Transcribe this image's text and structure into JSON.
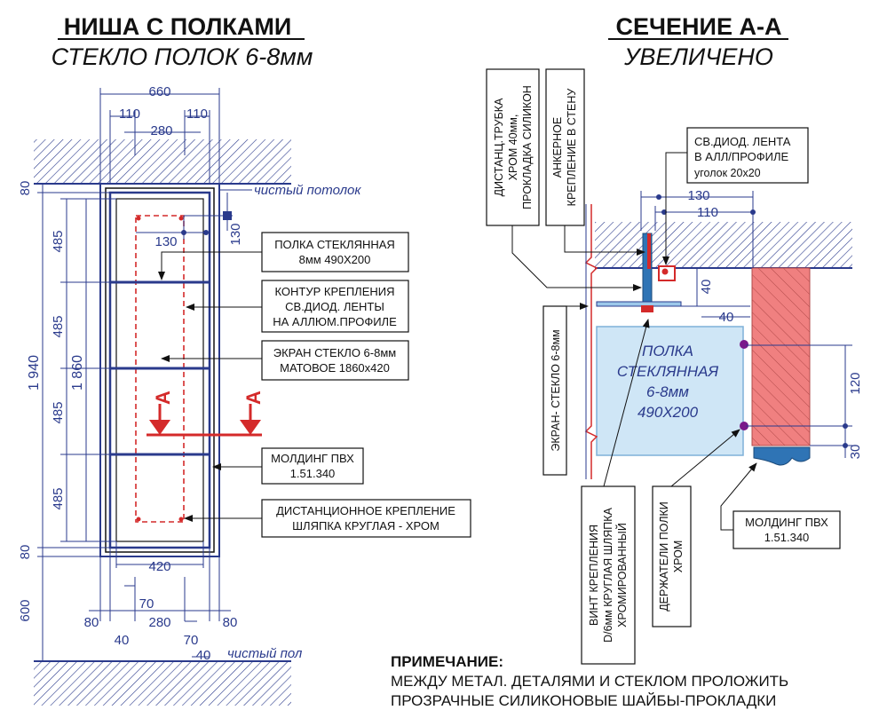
{
  "left": {
    "title": "НИША С ПОЛКАМИ",
    "subtitle": "СТЕКЛО ПОЛОК 6-8мм",
    "dims_top": {
      "total": "660",
      "left": "110",
      "right": "110",
      "mid": "280"
    },
    "dims_left": {
      "top": "80",
      "total": "1 940",
      "bottom": "80",
      "floor": "600"
    },
    "dims_shelves": [
      "485",
      "485",
      "485",
      "485"
    ],
    "dim_inner": "1 860",
    "dim_130a": "130",
    "dim_130b": "130",
    "dims_bottom": {
      "w420": "420",
      "w70": "70",
      "w280": "280",
      "w80a": "80",
      "w80b": "80",
      "w40a": "40",
      "w70b": "70",
      "w40b": "40"
    },
    "ceiling_label": "чистый потолок",
    "floor_label": "чистый пол",
    "section_marker": "А",
    "callouts": [
      {
        "line1": "ПОЛКА СТЕКЛЯННАЯ",
        "line2": "8мм 490Х200",
        "line3": ""
      },
      {
        "line1": "КОНТУР КРЕПЛЕНИЯ",
        "line2": "СВ.ДИОД. ЛЕНТЫ",
        "line3": "НА АЛЛЮМ.ПРОФИЛЕ"
      },
      {
        "line1": "ЭКРАН СТЕКЛО 6-8мм",
        "line2": "МАТОВОЕ 1860х420",
        "line3": ""
      },
      {
        "line1": "МОЛДИНГ ПВХ",
        "line2": "1.51.340",
        "line3": ""
      },
      {
        "line1": "ДИСТАНЦИОННОЕ КРЕПЛЕНИЕ",
        "line2": "ШЛЯПКА КРУГЛАЯ - ХРОМ",
        "line3": ""
      }
    ]
  },
  "right": {
    "title": "СЕЧЕНИЕ А-А",
    "subtitle": "УВЕЛИЧЕНО",
    "vlabel_tube": [
      "ДИСТАНЦ.ТРУБКА",
      "ХРОМ 40мм,",
      "ПРОКЛАДКА СИЛИКОН"
    ],
    "vlabel_anchor": [
      "АНКЕРНОЕ",
      "КРЕПЛЕНИЕ В СТЕНУ"
    ],
    "led_label": [
      "СВ.ДИОД. ЛЕНТА",
      "В АЛЛ/ПРОФИЛЕ",
      "уголок 20х20"
    ],
    "dims": {
      "d130": "130",
      "d110": "110",
      "d40a": "40",
      "d40b": "40",
      "d120": "120",
      "d30": "30"
    },
    "shelf_text": [
      "ПОЛКА",
      "СТЕКЛЯННАЯ",
      "6-8мм",
      "490Х200"
    ],
    "vlabel_screen": "ЭКРАН- СТЕКЛО 6-8мм",
    "vlabel_screw": [
      "ВИНТ КРЕПЛЕНИЯ",
      "D/6мм КРУГЛАЯ ШЛЯПКА",
      "ХРОМИРОВАННЫЙ"
    ],
    "vlabel_holder": [
      "ДЕРЖАТЕЛИ ПОЛКИ",
      "ХРОМ"
    ],
    "molding": [
      "МОЛДИНГ ПВХ",
      "1.51.340"
    ]
  },
  "note": {
    "heading": "ПРИМЕЧАНИЕ:",
    "line1": "МЕЖДУ МЕТАЛ. ДЕТАЛЯМИ И СТЕКЛОМ ПРОЛОЖИТЬ",
    "line2": "ПРОЗРАЧНЫЕ СИЛИКОНОВЫЕ ШАЙБЫ-ПРОКЛАДКИ"
  },
  "colors": {
    "dim": "#2a3a8c",
    "red": "#d42a2a",
    "hatch": "#2a3a8c",
    "glass": "#cfe6f6",
    "brick": "#f08080"
  }
}
